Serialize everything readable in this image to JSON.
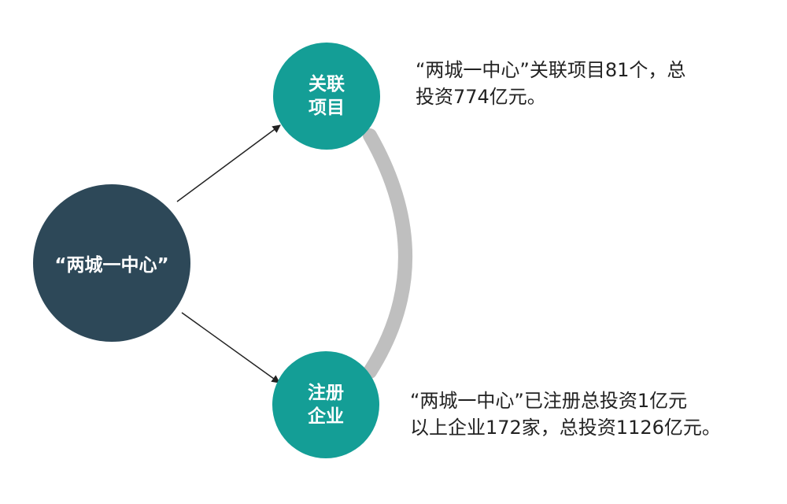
{
  "center_node": {
    "label": "“两城一中心”"
  },
  "nodes": [
    {
      "label_lines": [
        "关联",
        "项目"
      ],
      "description_lines": [
        "“两城一中心”关联项目81个，总",
        "投资774亿元。"
      ]
    },
    {
      "label_lines": [
        "注册",
        "企业"
      ],
      "description_lines": [
        "“两城一中心”已注册总投资1亿元",
        "以上企业172家，总投资1126亿元。"
      ]
    }
  ],
  "colors": {
    "center_fill": "#2d4858",
    "node_fill": "#149e96",
    "connector_arc": "#bfbfbf",
    "arrow": "#222222",
    "text": "#222222"
  }
}
